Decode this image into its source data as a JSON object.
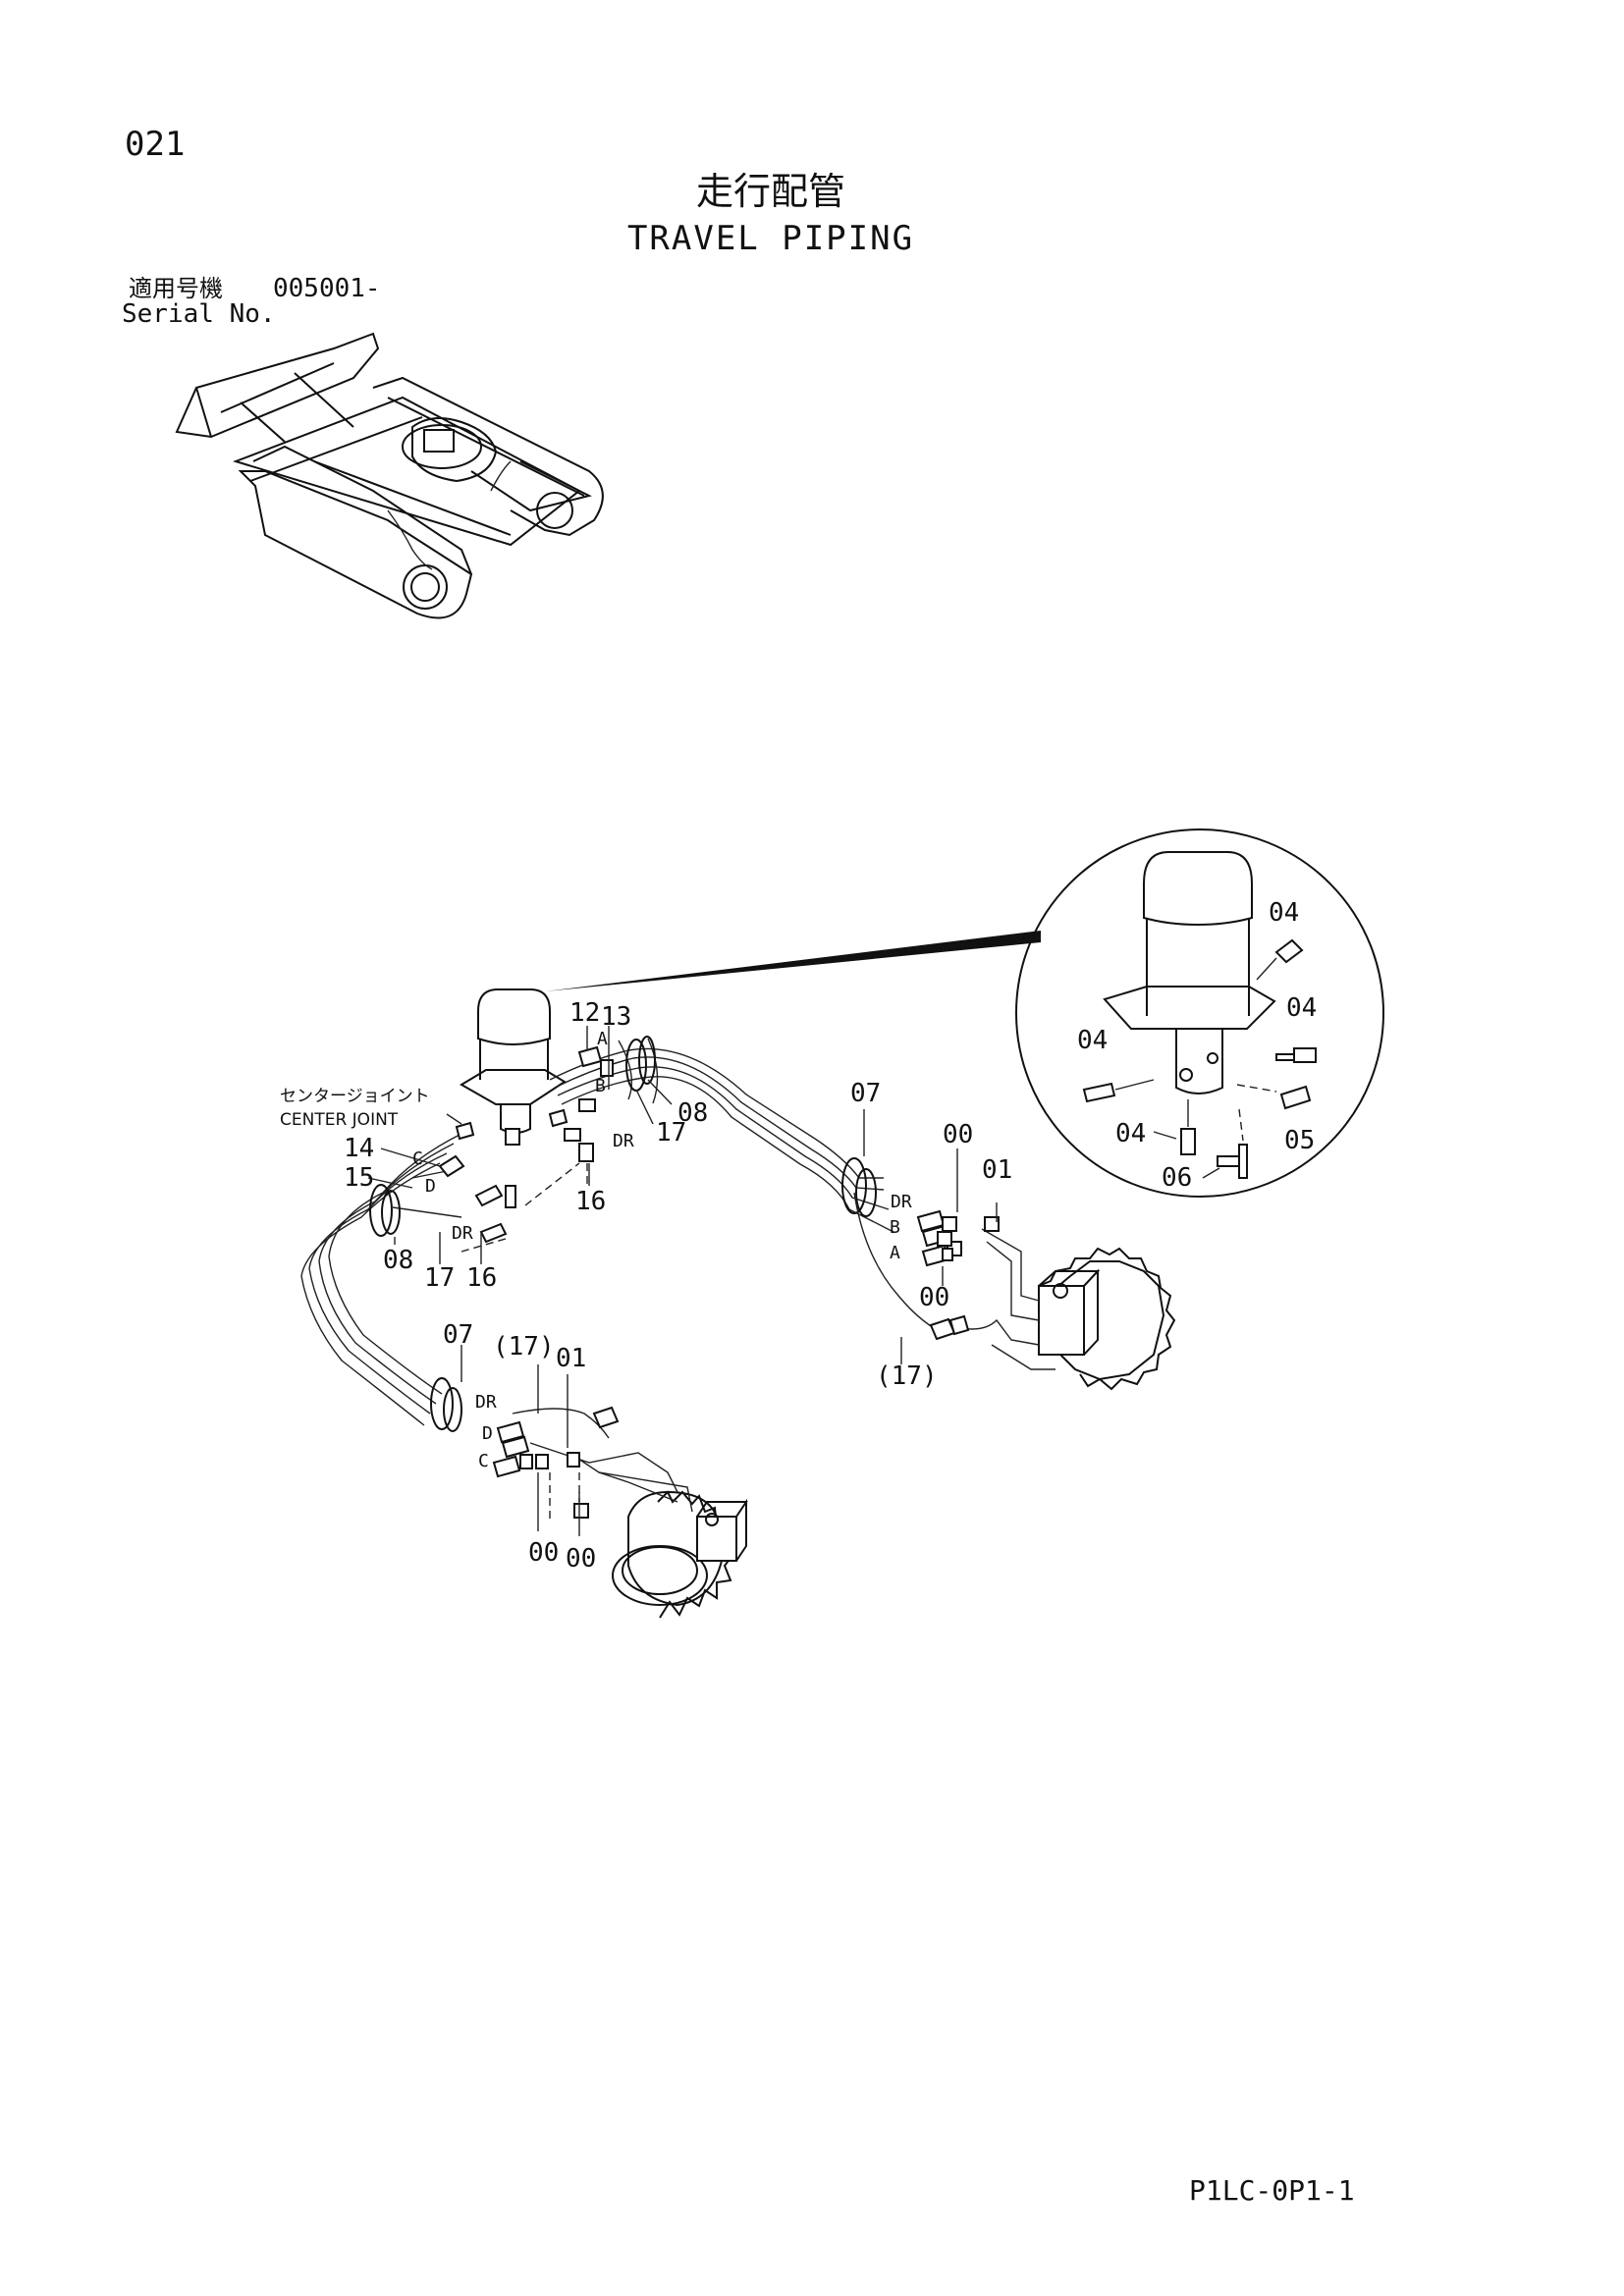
{
  "page": {
    "number": "021",
    "title_ja": "走行配管",
    "title_en": "TRAVEL PIPING",
    "serial_label_ja": "適用号機",
    "serial_value": "005001-",
    "serial_label_en": "Serial No.",
    "footer_code": "P1LC-0P1-1"
  },
  "center_joint": {
    "label_ja": "センタージョイント",
    "label_en": "CENTER JOINT"
  },
  "callouts": {
    "c12": "12",
    "c13": "13",
    "c08a": "08",
    "c17a": "17",
    "c16a": "16",
    "c07a": "07",
    "c00a": "00",
    "c01a": "01",
    "c00b": "00",
    "c17b": "(17)",
    "c14": "14",
    "c15": "15",
    "c08b": "08",
    "c17c": "17",
    "c16b": "16",
    "c07b": "07",
    "c17d": "(17)",
    "c01b": "01",
    "c00c": "00",
    "c00d": "00",
    "d04a": "04",
    "d04b": "04",
    "d04c": "04",
    "d04d": "04",
    "d05": "05",
    "d06": "06"
  },
  "ports": {
    "pA1": "A",
    "pB1": "B",
    "pDR1": "DR",
    "pC1": "C",
    "pD1": "D",
    "pDR2": "DR",
    "pDR3": "DR",
    "pB2": "B",
    "pA2": "A",
    "pDR4": "DR",
    "pD2": "D",
    "pC2": "C"
  }
}
